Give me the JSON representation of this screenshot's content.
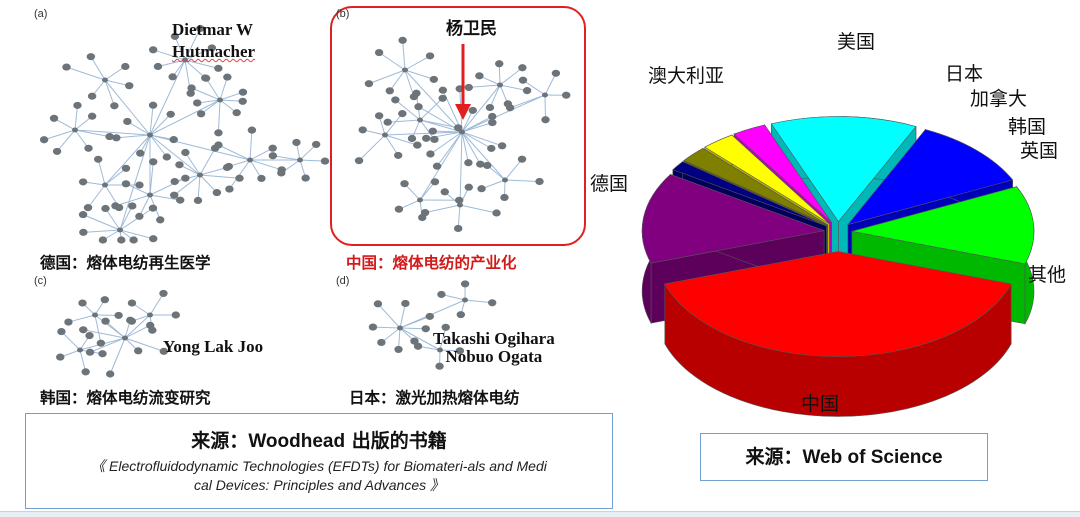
{
  "panels": {
    "a": {
      "letter": "(a)",
      "author_line1": "Dietmar W",
      "author_line2": "Hutmacher",
      "caption": "德国：熔体电纺再生医学"
    },
    "b": {
      "letter": "(b)",
      "author": "杨卫民",
      "caption": "中国：熔体电纺的产业化"
    },
    "c": {
      "letter": "(c)",
      "author": "Yong Lak Joo",
      "caption": "韩国：熔体电纺流变研究"
    },
    "d": {
      "letter": "(d)",
      "author_line1": "Takashi Ogihara",
      "author_line2": "Nobuo Ogata",
      "caption": "日本：激光加热熔体电纺"
    }
  },
  "left_source": {
    "title_prefix": "来源：",
    "title_latin": "Woodhead",
    "title_suffix": " 出版的书籍",
    "book_line1": "《 Electrofluidodynamic Technologies  (EFDTs)  for Biomateri-als and Medi",
    "book_line2": "cal Devices: Principles and Advances 》"
  },
  "right_source": {
    "title_prefix": "来源：",
    "title_latin": "Web of Science"
  },
  "chart_data": {
    "type": "pie",
    "style": "3d-exploded",
    "title": "",
    "slices": [
      {
        "label": "中国",
        "value": 40,
        "color": "#ff0000"
      },
      {
        "label": "其他",
        "value": 14,
        "color": "#800080"
      },
      {
        "label": "英国",
        "value": 1.5,
        "color": "#000080"
      },
      {
        "label": "韩国",
        "value": 2.5,
        "color": "#808000"
      },
      {
        "label": "加拿大",
        "value": 3,
        "color": "#ffff00"
      },
      {
        "label": "日本",
        "value": 3,
        "color": "#ff00ff"
      },
      {
        "label": "美国",
        "value": 13,
        "color": "#00ffff"
      },
      {
        "label": "澳大利亚",
        "value": 11,
        "color": "#0000ff"
      },
      {
        "label": "德国",
        "value": 12,
        "color": "#00ff00"
      }
    ]
  },
  "colors": {
    "network_node": "#6d7479",
    "network_edge": "#9fbad8",
    "highlight_red": "#e02020"
  }
}
